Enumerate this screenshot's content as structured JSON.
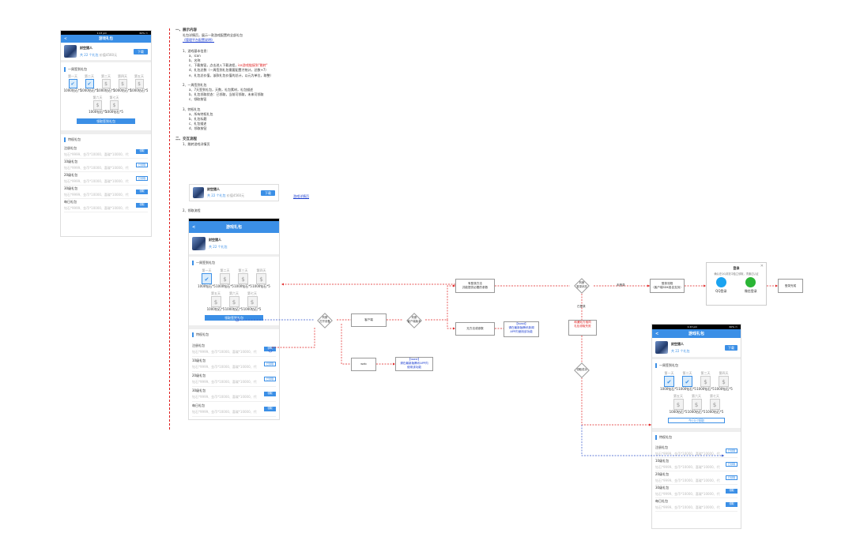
{
  "phone": {
    "time": "1:43 pm",
    "battery": "60% ▭",
    "title": "游戏礼包",
    "back": "<",
    "game_name": "封空猎人",
    "gift_count": "共 22 个礼包",
    "value": "价值4560元",
    "download": "下载",
    "weekly_title": "一周签到礼包",
    "days": [
      {
        "label": "第一天",
        "value": "1000钻石*5"
      },
      {
        "label": "第二天",
        "value": "1000钻石*5"
      },
      {
        "label": "第三天",
        "value": "1000钻石*5"
      },
      {
        "label": "第四天",
        "value": "1000钻石*5"
      },
      {
        "label": "第五天",
        "value": "1000钻石*5"
      },
      {
        "label": "第六天",
        "value": "1000钻石*5"
      },
      {
        "label": "第七天",
        "value": "1000钻石*5"
      }
    ],
    "weekly_btn": "领取签到礼包",
    "weekly_done_btn": "今日已领取",
    "special_title": "特权礼包",
    "specials": [
      {
        "name": "注册礼包",
        "desc": "钻石*9999、金币*10000、喜碟*10000、代",
        "btn": "领取",
        "on": true
      },
      {
        "name": "10级礼包",
        "desc": "钻石*9999、金币*10000、喜碟*10000、代",
        "btn": "已领取",
        "on": false
      },
      {
        "name": "20级礼包",
        "desc": "钻石*9999、金币*10000、喜碟*10000、代",
        "btn": "已领取",
        "on": false
      },
      {
        "name": "30级礼包",
        "desc": "钻石*9999、金币*10000、喜碟*10000、代",
        "btn": "领取",
        "on": true
      },
      {
        "name": "每日礼包",
        "desc": "钻石*9999、金币*10000、喜碟*10000、代",
        "btn": "领取",
        "on": true
      }
    ],
    "final_specials": [
      {
        "name": "注册礼包",
        "desc": "钻石*9999、金币*10000、喜碟*10000、代",
        "btn": "已领取",
        "on": false
      },
      {
        "name": "10级礼包",
        "desc": "钻石*9999、金币*10000、喜碟*10000、代",
        "btn": "已领取",
        "on": false
      },
      {
        "name": "20级礼包",
        "desc": "钻石*9999、金币*10000、喜碟*10000、代",
        "btn": "已领取",
        "on": false
      },
      {
        "name": "30级礼包",
        "desc": "钻石*9999、金币*10000、喜碟*10000、代",
        "btn": "领取",
        "on": true
      },
      {
        "name": "每日礼包",
        "desc": "钻石*9999、金币*10000、喜碟*10000、代",
        "btn": "领取",
        "on": true
      }
    ]
  },
  "doc": {
    "s1_title": "一、展示内容",
    "s1_l1": "礼包详情页，展示一款游戏配置的全部礼包",
    "s1_link": "《管理平台配置说明》",
    "s1_sub1": "1、游戏基本信息：",
    "s1_a": "a、icon",
    "s1_b": "b、名称",
    "s1_c1": "c、下载按钮，点击进入下载流程，",
    "s1_c2": "ios游戏链接到\"跳转\"",
    "s1_d": "d、礼包总数（一周签到礼包需要配置才统计，总数+7）",
    "s1_e": "e、礼包总价值，该款礼包价值的总计，以元为单位，取整）",
    "s1_sub2": "2、一周签到礼包",
    "s1_2a": "a、7天签到礼包，天数，礼包素材，礼包描述",
    "s1_2b": "b、礼包领取状态：已领取，当前可领取，未来可领取",
    "s1_2c": "c、领取按钮",
    "s1_sub3": "3、特权礼包",
    "s1_3a": "a、所有特权礼包",
    "s1_3b": "b、礼包标题",
    "s1_3c": "c、礼包描述",
    "s1_3d": "d、领取按钮",
    "s2_title": "二、交互流程",
    "s2_sub1": "1、跳转游戏详情页",
    "s2_link": "游戏详情页",
    "s2_sub2": "2、领取流程"
  },
  "flow": {
    "check_open": "判断\n打开设备",
    "client": "客户端",
    "check_client": "判断\n客户端版本",
    "web": "web",
    "web_note": "【toast】\n请在最新版腾讯APP内\n使用该功能",
    "has_login": "有登录方法\n并能提供必要的参数",
    "no_login": "无方法或参数",
    "app_note": "【toast】\n请在最新版腾讯新闻\nAPP内使用该功能",
    "check_login": "判断\n登录状态",
    "not_login": "未登录",
    "login_flow": "登录流程\n（客户端SDK各自支持）",
    "logged": "已登录",
    "check_success": "领取成功",
    "fail_note": "和通知方相同\n礼包领取失败",
    "login_done": "登录完成",
    "modal_title": "登录",
    "modal_desc": "确认在QQ浏览中独立领取，须通过认证",
    "qq": "QQ登录",
    "wx": "微信登录",
    "modal_close": "✕"
  }
}
